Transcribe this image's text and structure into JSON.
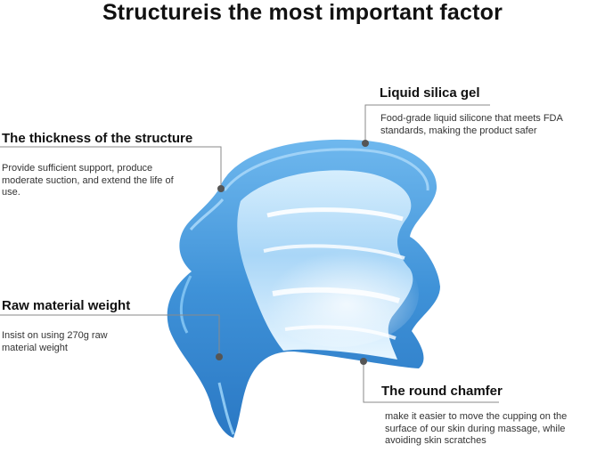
{
  "title": "Structureis the most important factor",
  "callouts": {
    "liquid_silica": {
      "heading": "Liquid silica gel",
      "text": "Food-grade liquid silicone that meets FDA standards, making the product safer"
    },
    "thickness": {
      "heading": "The thickness of the structure",
      "text": "Provide sufficient support, produce moderate suction, and extend the life of use."
    },
    "raw_material": {
      "heading": "Raw material weight",
      "text": "Insist on using 270g raw material weight"
    },
    "round_chamfer": {
      "heading": "The round chamfer",
      "text": "make it easier to move the cupping on the surface of our skin during massage, while avoiding skin scratches"
    }
  },
  "colors": {
    "silicone_blue": "#3d8fd6",
    "silicone_light": "#bfe2fb",
    "leader_line": "#8a8a8a",
    "marker_dot": "#555555"
  }
}
